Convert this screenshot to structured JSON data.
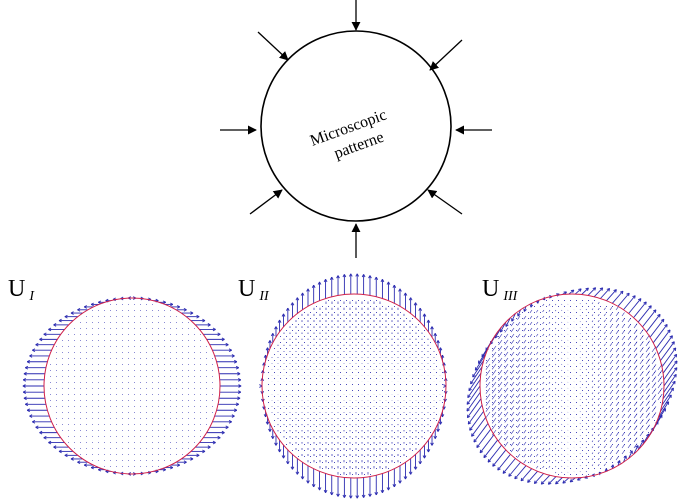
{
  "top_diagram": {
    "line1": "Microscopic",
    "line2": "patterne"
  },
  "modes": [
    {
      "base": "U",
      "sub": "I",
      "kind": "horizontal",
      "color_arrows": "#2b2bb0",
      "color_boundary": "#d0204a"
    },
    {
      "base": "U",
      "sub": "II",
      "kind": "vertical",
      "color_arrows": "#2b2bb0",
      "color_boundary": "#d0204a"
    },
    {
      "base": "U",
      "sub": "III",
      "kind": "shear",
      "color_arrows": "#2b2bb0",
      "color_boundary": "#d0204a"
    }
  ]
}
